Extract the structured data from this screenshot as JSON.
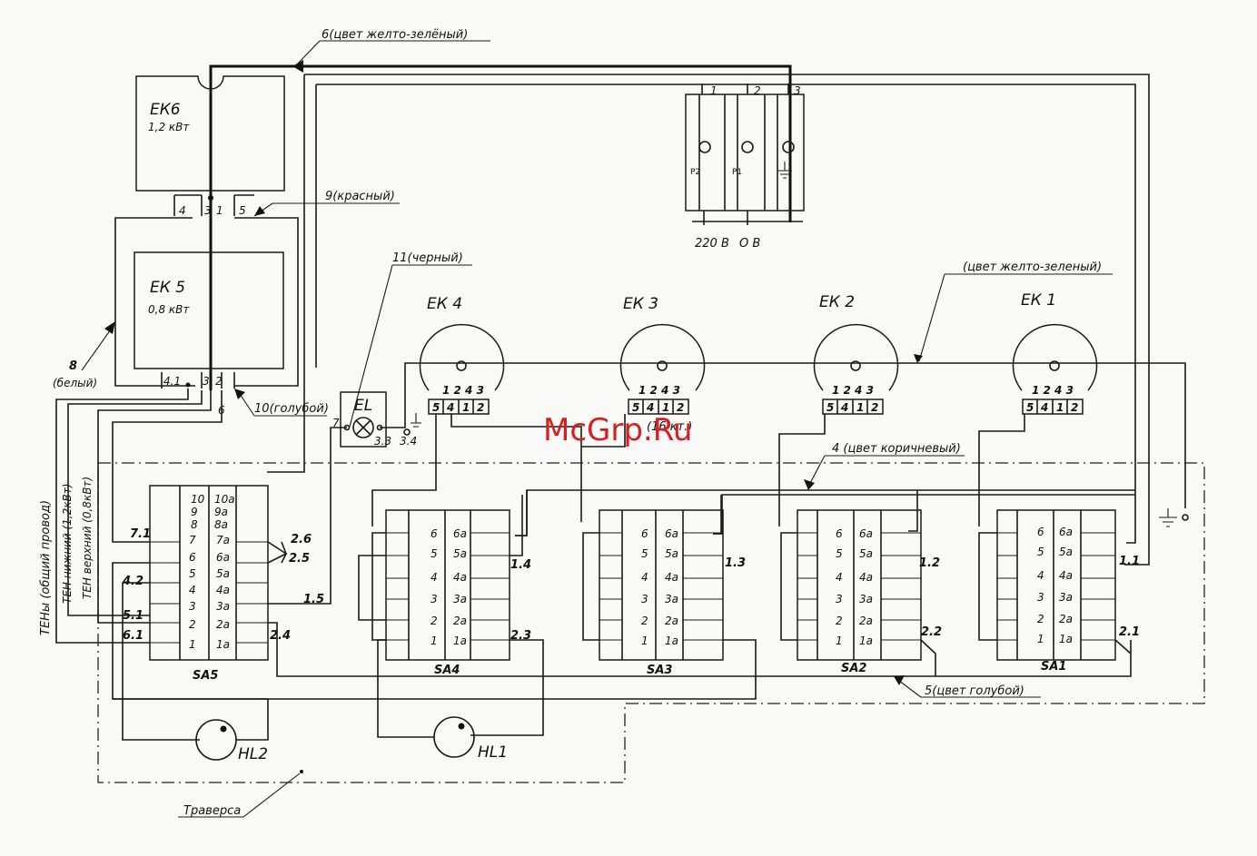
{
  "wires": {
    "w6": "6(цвет желто-зелёный)",
    "w9": "9(красный)",
    "w11": "11(черный)",
    "w8_num": "8",
    "w8_color": "(белый)",
    "w10": "10(голубой)",
    "yellow_green": "(цвет желто-зеленый)",
    "w4": "4 (цвет коричневый)",
    "w5": "5(цвет голубой)",
    "w6_small": "6"
  },
  "heaters": {
    "ek6": {
      "name": "ЕК6",
      "power": "1,2 кВт",
      "pins": [
        "4",
        "3",
        "1",
        "5"
      ]
    },
    "ek5": {
      "name": "ЕК 5",
      "power": "0,8 кВт",
      "pins": [
        "4.1",
        "3",
        "2"
      ]
    },
    "burners": [
      {
        "name": "ЕК 4",
        "terminals": [
          "5",
          "4",
          "1",
          "2"
        ]
      },
      {
        "name": "ЕК 3",
        "terminals": [
          "5",
          "4",
          "1",
          "2"
        ]
      },
      {
        "name": "ЕК 2",
        "terminals": [
          "5",
          "4",
          "1",
          "2"
        ]
      },
      {
        "name": "ЕК 1",
        "terminals": [
          "5",
          "4",
          "1",
          "2"
        ]
      }
    ],
    "burner_pin_row": "1 2 4 3"
  },
  "lamp": {
    "name": "EL",
    "pins": [
      "7",
      "3.3",
      "3.4"
    ]
  },
  "terminal_block": {
    "pins": [
      "1",
      "2",
      "3"
    ],
    "slots": [
      "P2",
      "P1"
    ],
    "voltage": "220 В",
    "neutral": "О В"
  },
  "switches": [
    {
      "name": "SA5",
      "left_pins": [
        "10",
        "9",
        "8",
        "7",
        "6",
        "5",
        "4",
        "3",
        "2",
        "1"
      ],
      "right_pins": [
        "10a",
        "9a",
        "8a",
        "7a",
        "6a",
        "5a",
        "4a",
        "3a",
        "2a",
        "1a"
      ],
      "labels": [
        "7.1",
        "4.2",
        "5.1",
        "6.1",
        "2.6",
        "2.5",
        "1.5",
        "2.4"
      ]
    },
    {
      "name": "SA4",
      "left_pins": [
        "6",
        "5",
        "4",
        "3",
        "2",
        "1"
      ],
      "right_pins": [
        "6a",
        "5a",
        "4a",
        "3a",
        "2a",
        "1a"
      ],
      "labels": [
        "1.4",
        "2.3"
      ]
    },
    {
      "name": "SA3",
      "left_pins": [
        "6",
        "5",
        "4",
        "3",
        "2",
        "1"
      ],
      "right_pins": [
        "6a",
        "5a",
        "4a",
        "3a",
        "2a",
        "1a"
      ],
      "labels": [
        "1.3"
      ]
    },
    {
      "name": "SA2",
      "left_pins": [
        "6",
        "5",
        "4",
        "3",
        "2",
        "1"
      ],
      "right_pins": [
        "6a",
        "5a",
        "4a",
        "3a",
        "2a",
        "1a"
      ],
      "labels": [
        "1.2",
        "2.2"
      ]
    },
    {
      "name": "SA1",
      "left_pins": [
        "6",
        "5",
        "4",
        "3",
        "2",
        "1"
      ],
      "right_pins": [
        "6a",
        "5a",
        "4a",
        "3a",
        "2a",
        "1a"
      ],
      "labels": [
        "1.1",
        "2.1"
      ]
    }
  ],
  "indicators": [
    "HL2",
    "HL1"
  ],
  "side_labels": [
    "ТЕНы (общий провод)",
    "ТЕН нижний (1,2кВт)",
    "ТЕН верхний (0,8кВт)"
  ],
  "traverse": "Траверса",
  "watermark": "McGrp.Ru",
  "ek3_partial": "(16 кт.)"
}
